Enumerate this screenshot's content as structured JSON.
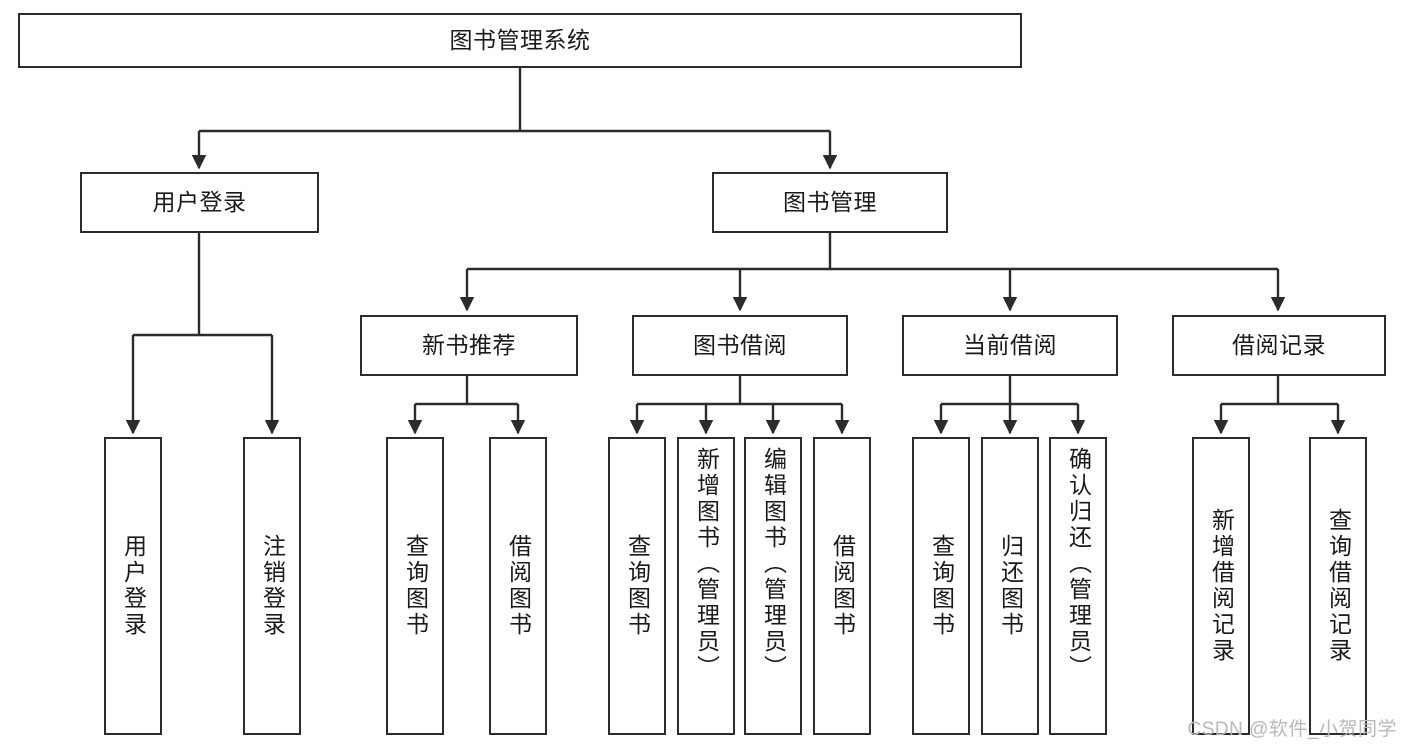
{
  "diagram": {
    "title": "图书管理系统",
    "type": "hierarchy-tree",
    "orientation": "top-down",
    "colors": {
      "node_border": "#2b2b2b",
      "node_fill": "#ffffff",
      "edge": "#2b2b2b",
      "text": "#1a1a1a",
      "watermark": "#b8b8b8",
      "background": "#ffffff"
    },
    "levels": {
      "level1": [
        "图书管理系统"
      ],
      "level2": [
        "用户登录",
        "图书管理"
      ],
      "level3": [
        "新书推荐",
        "图书借阅",
        "当前借阅",
        "借阅记录"
      ],
      "level4": [
        "用户登录",
        "注销登录",
        "查询图书",
        "借阅图书",
        "查询图书",
        "新增图书（管理员）",
        "编辑图书（管理员）",
        "借阅图书",
        "查询图书",
        "归还图书",
        "确认归还（管理员）",
        "新增借阅记录",
        "查询借阅记录"
      ]
    },
    "nodes": {
      "root": {
        "label": "图书管理系统"
      },
      "user_login": {
        "label": "用户登录"
      },
      "book_manage": {
        "label": "图书管理"
      },
      "new_book_rec": {
        "label": "新书推荐"
      },
      "book_borrow": {
        "label": "图书借阅"
      },
      "current_borrow": {
        "label": "当前借阅"
      },
      "borrow_record": {
        "label": "借阅记录"
      },
      "leaf_user_login": {
        "label": "用户登录"
      },
      "leaf_logout": {
        "label": "注销登录"
      },
      "leaf_query_book_1": {
        "label": "查询图书"
      },
      "leaf_borrow_book_1": {
        "label": "借阅图书"
      },
      "leaf_query_book_2": {
        "label": "查询图书"
      },
      "leaf_add_book": {
        "label": "新增图书（管理员）"
      },
      "leaf_edit_book": {
        "label": "编辑图书（管理员）"
      },
      "leaf_borrow_book_2": {
        "label": "借阅图书"
      },
      "leaf_query_book_3": {
        "label": "查询图书"
      },
      "leaf_return_book": {
        "label": "归还图书"
      },
      "leaf_confirm_return": {
        "label": "确认归还（管理员）"
      },
      "leaf_add_record": {
        "label": "新增借阅记录"
      },
      "leaf_query_record": {
        "label": "查询借阅记录"
      }
    }
  },
  "watermark": {
    "text": "CSDN @软件_小贺同学"
  }
}
